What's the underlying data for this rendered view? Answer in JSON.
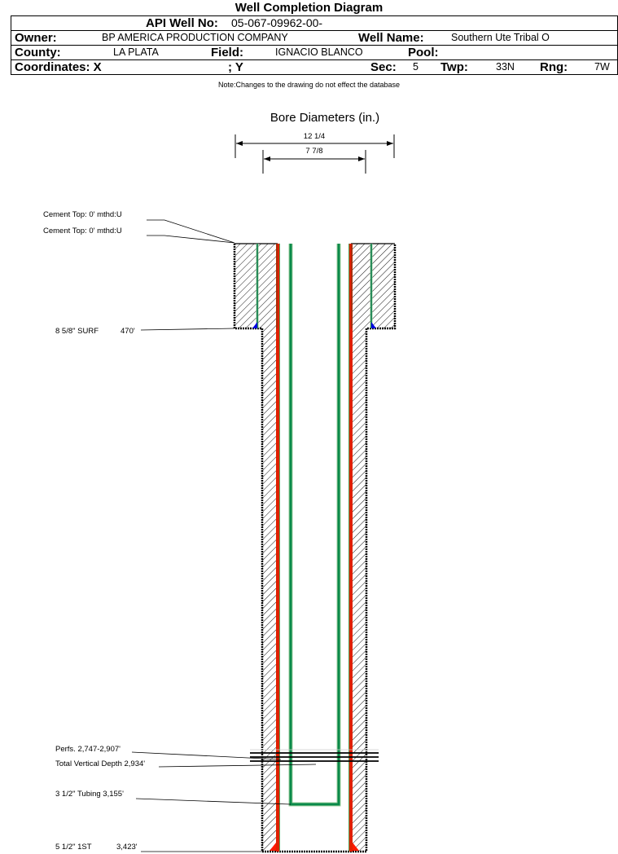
{
  "title": "Well Completion Diagram",
  "header": {
    "api_label": "API Well No:",
    "api_value": "05-067-09962-00-",
    "owner_label": "Owner:",
    "owner_value": "BP AMERICA PRODUCTION COMPANY",
    "well_name_label": "Well Name:",
    "well_name_value": "Southern Ute Tribal O",
    "county_label": "County:",
    "county_value": "LA PLATA",
    "field_label": "Field:",
    "field_value": "IGNACIO BLANCO",
    "pool_label": "Pool:",
    "pool_value": "",
    "coord_label": "Coordinates: X",
    "coord_y_label": "; Y",
    "sec_label": "Sec:",
    "sec_value": "5",
    "twp_label": "Twp:",
    "twp_value": "33N",
    "rng_label": "Rng:",
    "rng_value": "7W"
  },
  "note": "Note:Changes to the drawing do not effect the database",
  "bore": {
    "title": "Bore Diameters (in.)",
    "diameters": [
      "12 1/4",
      "7 7/8"
    ]
  },
  "annotations": {
    "cement_top_1": "Cement Top: 0' mthd:U",
    "cement_top_2": "Cement Top: 0' mthd:U",
    "surface_casing": "8 5/8\" SURF",
    "surface_depth": "470'",
    "perfs": "Perfs. 2,747-2,907'",
    "tvd": "Total Vertical Depth 2,934'",
    "tubing": "3 1/2\" Tubing 3,155'",
    "production_casing": "5 1/2\" 1ST",
    "production_depth": "3,423'"
  },
  "colors": {
    "surface_casing": "#0a7a4a",
    "production_casing": "#e02000",
    "production_casing_edge": "#7a3a10",
    "tubing": "#0a8a4a",
    "cement_shoe_surface": "#0000e0",
    "cement_shoe_production": "#ff1a00"
  }
}
